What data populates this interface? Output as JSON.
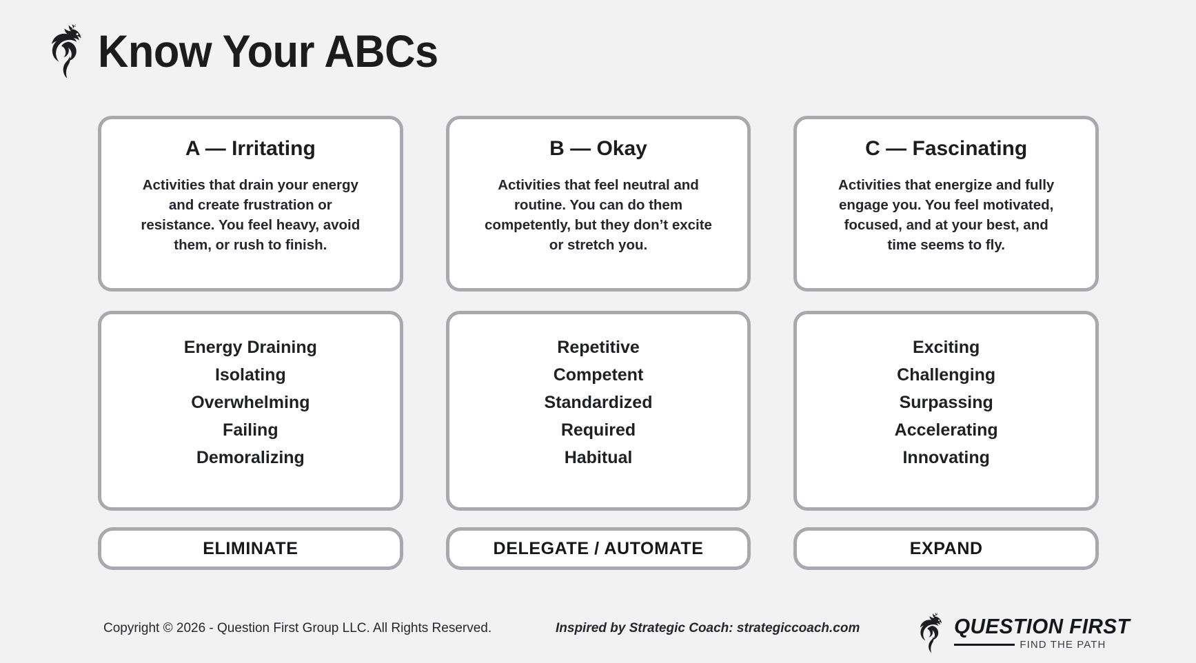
{
  "header": {
    "title": "Know Your ABCs",
    "logo_icon": "phoenix-bird-icon"
  },
  "colors": {
    "background": "#f2f2f2",
    "card_background": "#ffffff",
    "card_border": "#a9a9ad",
    "text": "#1c1c1c"
  },
  "columns": [
    {
      "key": "a",
      "heading": "A — Irritating",
      "description": "Activities that drain your energy and create frustration or resistance. You feel heavy, avoid them, or rush to finish.",
      "traits": [
        "Energy Draining",
        "Isolating",
        "Overwhelming",
        "Failing",
        "Demoralizing"
      ],
      "action": "ELIMINATE"
    },
    {
      "key": "b",
      "heading": "B — Okay",
      "description": "Activities that feel neutral and routine. You can do them competently, but they don’t excite or stretch you.",
      "traits": [
        "Repetitive",
        "Competent",
        "Standardized",
        "Required",
        "Habitual"
      ],
      "action": "DELEGATE / AUTOMATE"
    },
    {
      "key": "c",
      "heading": "C — Fascinating",
      "description": "Activities that energize and fully engage you. You feel motivated, focused, and at your best, and time seems to fly.",
      "traits": [
        "Exciting",
        "Challenging",
        "Surpassing",
        "Accelerating",
        "Innovating"
      ],
      "action": "EXPAND"
    }
  ],
  "footer": {
    "copyright": "Copyright © 2026 - Question First Group LLC. All Rights Reserved.",
    "inspired": "Inspired by Strategic Coach: strategiccoach.com",
    "logo": {
      "icon": "phoenix-bird-icon",
      "name": "QUESTION FIRST",
      "tagline": "FIND THE PATH"
    }
  }
}
